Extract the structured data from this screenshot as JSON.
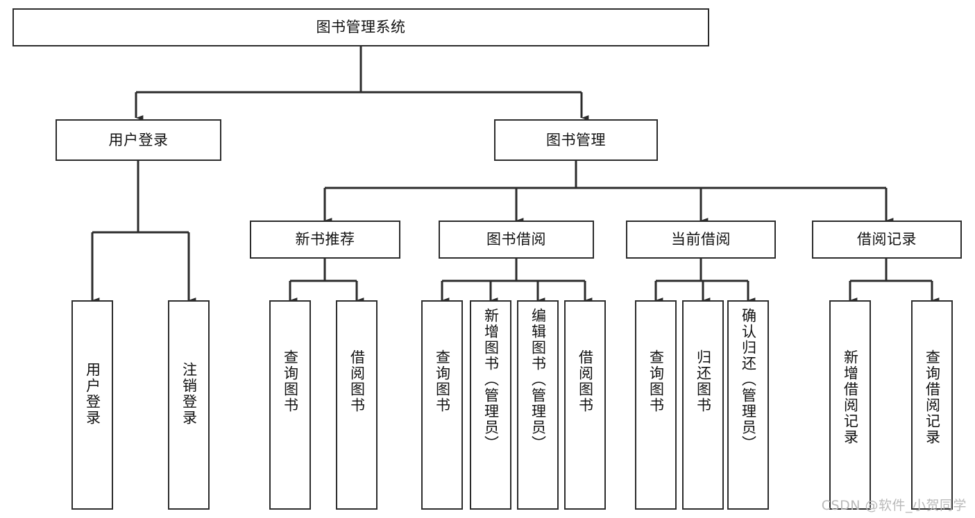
{
  "diagram": {
    "title": "图书管理系统",
    "type": "functional-structure-tree",
    "root": {
      "label": "图书管理系统"
    },
    "level2": [
      {
        "label": "用户登录"
      },
      {
        "label": "图书管理"
      }
    ],
    "level3": [
      {
        "label": "新书推荐"
      },
      {
        "label": "图书借阅"
      },
      {
        "label": "当前借阅"
      },
      {
        "label": "借阅记录"
      }
    ],
    "leaves": {
      "user_login": [
        {
          "label": "用户登录"
        },
        {
          "label": "注销登录"
        }
      ],
      "new_book_recommend": [
        {
          "label": "查询图书"
        },
        {
          "label": "借阅图书"
        }
      ],
      "book_borrow": [
        {
          "label": "查询图书"
        },
        {
          "label": "新增图书（管理员）"
        },
        {
          "label": "编辑图书（管理员）"
        },
        {
          "label": "借阅图书"
        }
      ],
      "current_borrow": [
        {
          "label": "查询图书"
        },
        {
          "label": "归还图书"
        },
        {
          "label": "确认归还（管理员）"
        }
      ],
      "borrow_record": [
        {
          "label": "新增借阅记录"
        },
        {
          "label": "查询借阅记录"
        }
      ]
    }
  },
  "watermark": {
    "text": "CSDN @软件_小贺同学"
  },
  "colors": {
    "stroke": "#2b2b2b",
    "fill": "#ffffff",
    "text": "#111111",
    "watermark": "#b9b9b9"
  }
}
